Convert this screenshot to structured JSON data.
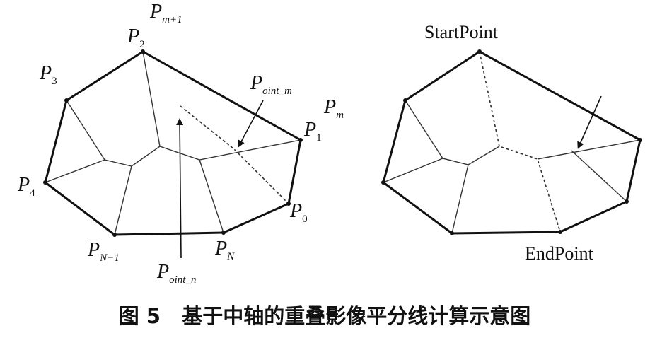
{
  "left_diagram": {
    "labels": {
      "p_m1": {
        "main": "P",
        "sub": "m+1"
      },
      "p_2": {
        "main": "P",
        "sub": "2"
      },
      "p_3": {
        "main": "P",
        "sub": "3"
      },
      "p_oint_m": {
        "main": "P",
        "sub": "oint_m"
      },
      "p_m": {
        "main": "P",
        "sub": "m"
      },
      "p_1": {
        "main": "P",
        "sub": "1"
      },
      "p_4": {
        "main": "P",
        "sub": "4"
      },
      "p_0": {
        "main": "P",
        "sub": "0"
      },
      "p_n1": {
        "main": "P",
        "sub": "N−1"
      },
      "p_n": {
        "main": "P",
        "sub": "N"
      },
      "p_oint_n": {
        "main": "P",
        "sub": "oint_n"
      }
    }
  },
  "right_diagram": {
    "start_label": "StartPoint",
    "end_label": "EndPoint"
  },
  "caption": "图 5   基于中轴的重叠影像平分线计算示意图"
}
